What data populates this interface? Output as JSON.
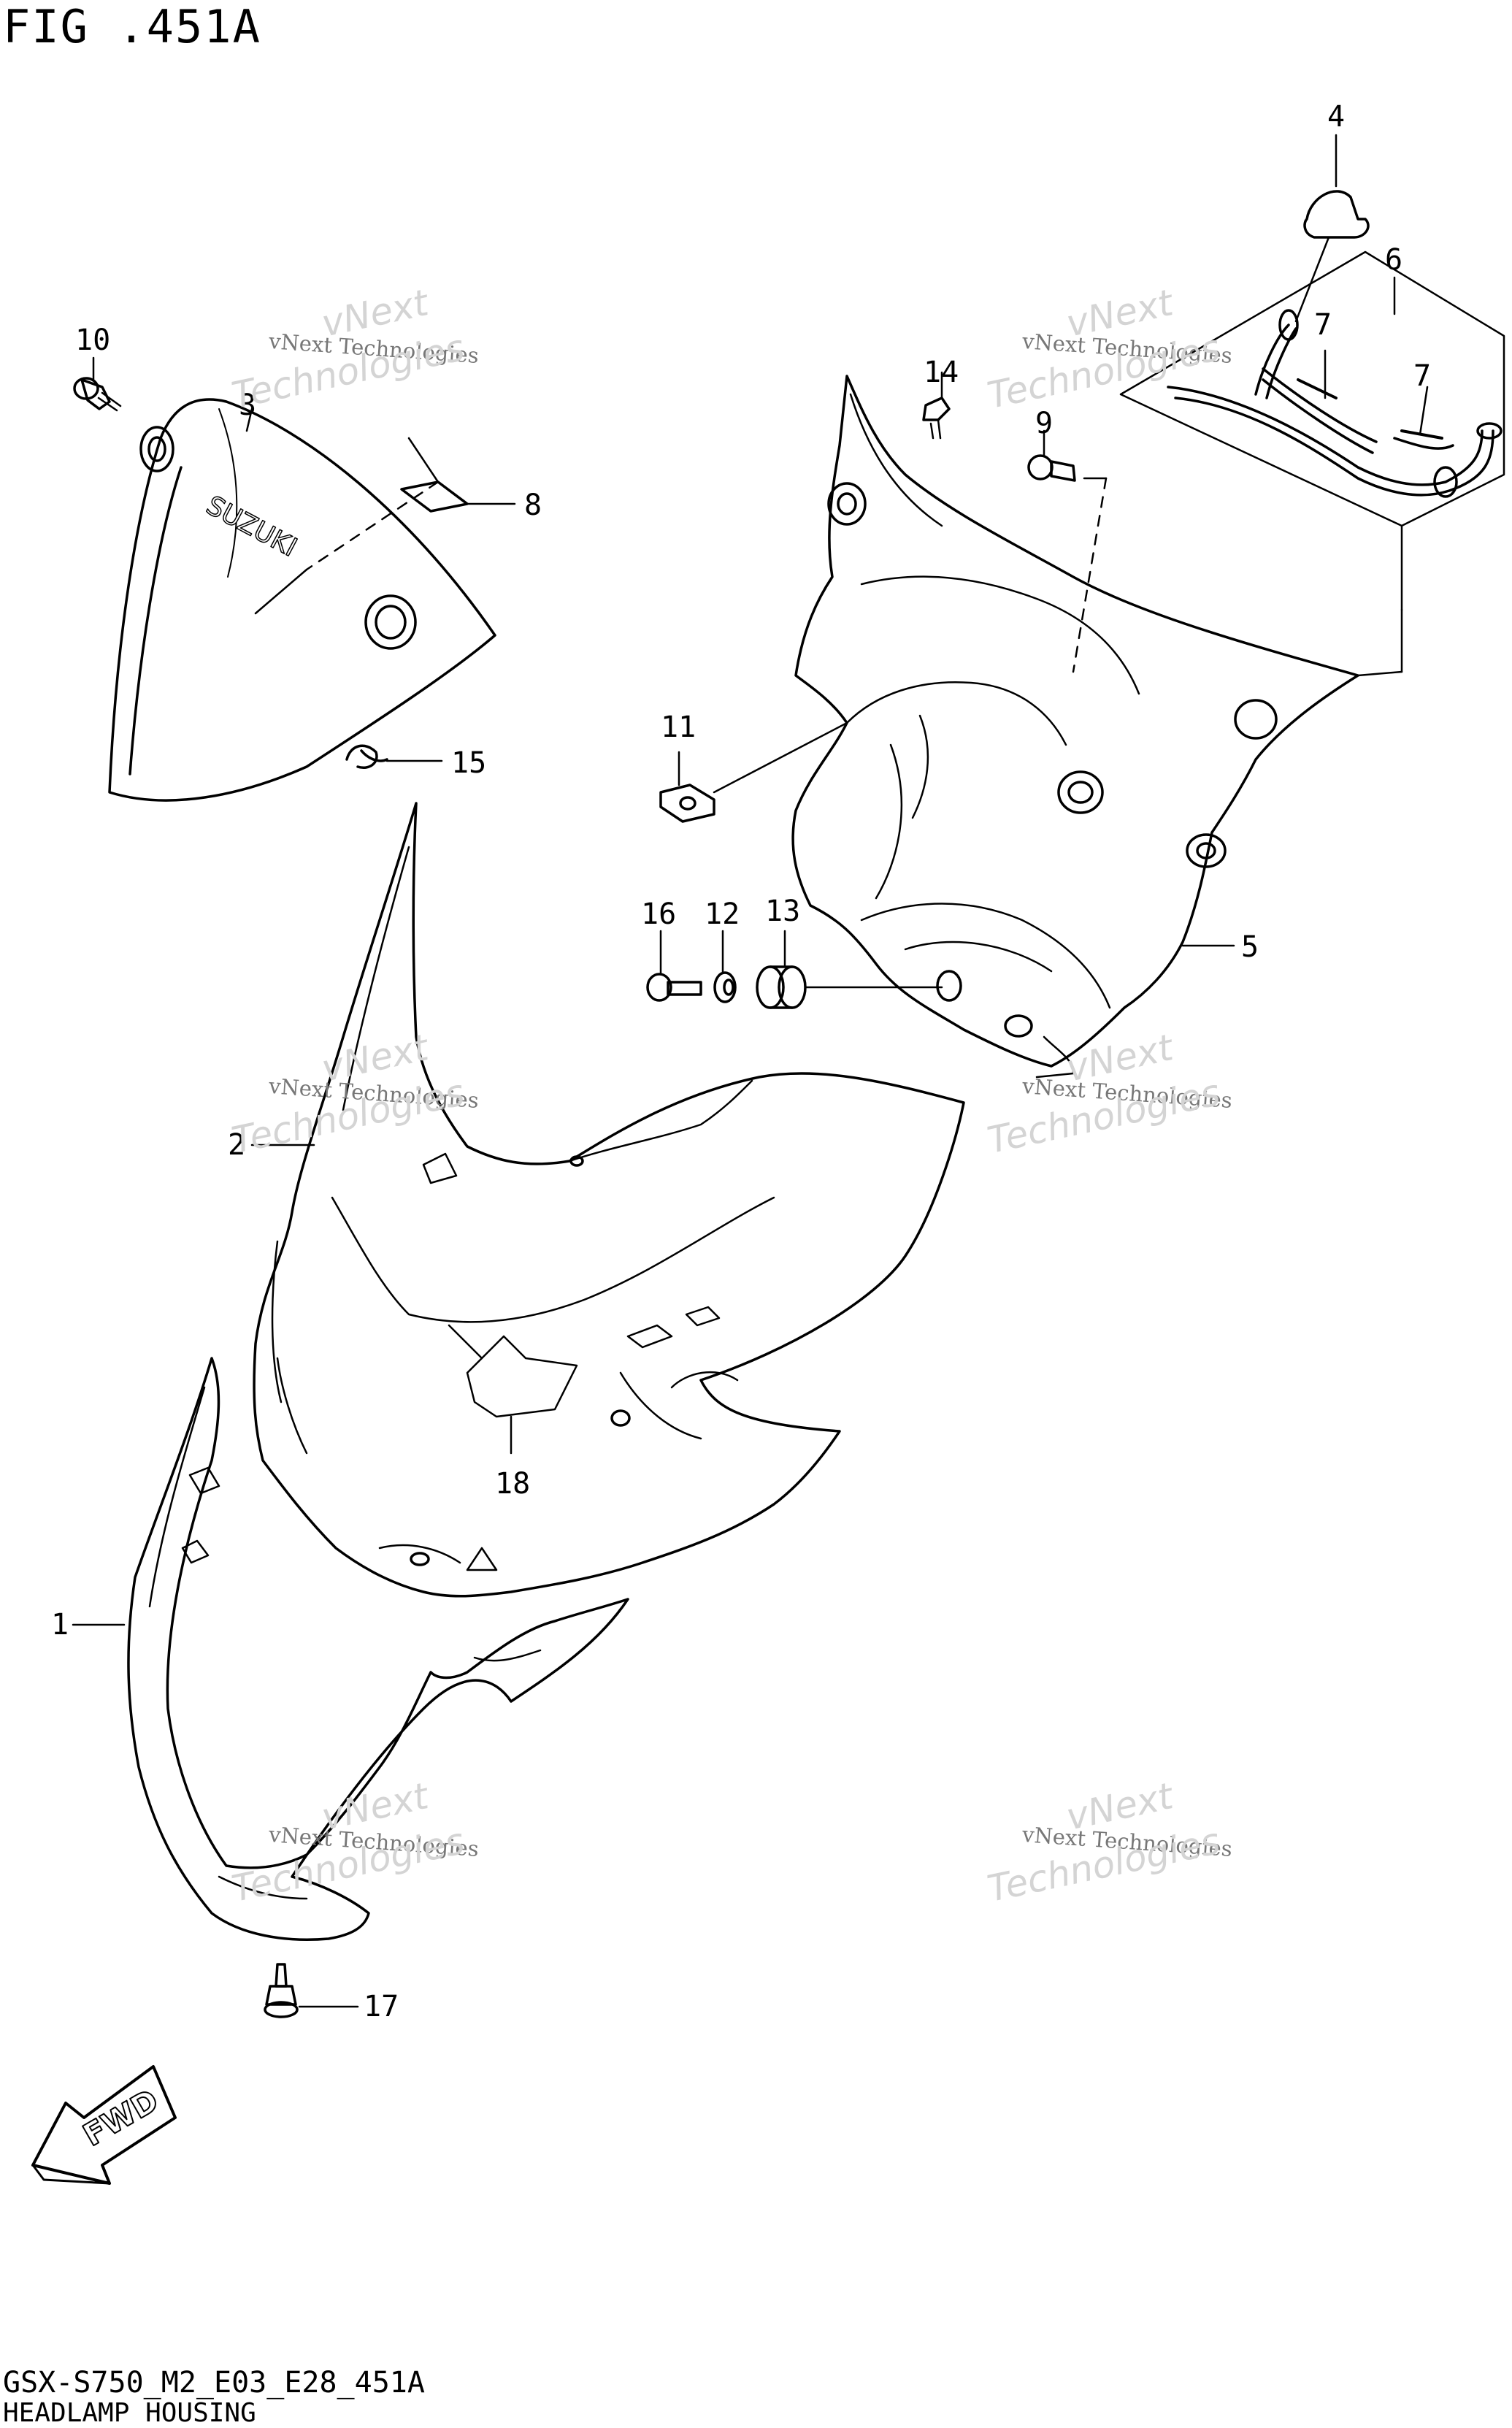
{
  "figure": {
    "title": "FIG .451A",
    "model_code": "GSX-S750_M2_E03_E28_451A",
    "name": "HEADLAMP HOUSING"
  },
  "callouts": [
    "1",
    "2",
    "3",
    "4",
    "5",
    "6",
    "7",
    "7",
    "8",
    "9",
    "10",
    "11",
    "12",
    "13",
    "14",
    "15",
    "16",
    "17",
    "18"
  ],
  "part_marks": {
    "brand": "SUZUKI",
    "fwd": "FWD"
  },
  "watermark": {
    "company": "vNext Technologies",
    "split_a": "vNext",
    "split_b": "Technologies"
  }
}
